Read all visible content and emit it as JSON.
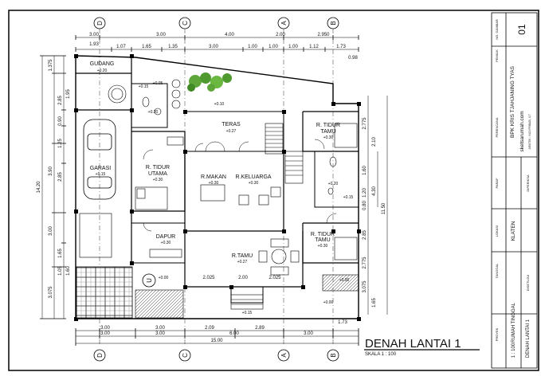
{
  "drawing": {
    "title": "DENAH LANTAI 1",
    "scale": "SKALA 1 : 100"
  },
  "grid": {
    "top_bubbles": [
      "D",
      "C",
      "A",
      "B"
    ],
    "bottom_bubbles": [
      "D",
      "C",
      "A",
      "B"
    ]
  },
  "dims": {
    "top_row1": [
      "3.00",
      "3.00",
      "4.00",
      "2.00",
      "2.950"
    ],
    "top_row2": [
      "1.93",
      "1.07",
      "1.65",
      "1.35",
      "3.00",
      "1.00",
      "1.00",
      "1.00",
      "1.12",
      "1.73"
    ],
    "top_small": "0.98",
    "bottom_row1": [
      "3.00",
      "3.00",
      "2.09",
      "2.89"
    ],
    "bottom_row2": [
      "3.00",
      "3.00",
      "6.00",
      "3.00"
    ],
    "bottom_total": "15.00",
    "bottom_right": "1.73",
    "left_outer": "14.20",
    "left_outer2": [
      "1.375",
      "3.90",
      "3.00",
      "3.075"
    ],
    "left_inner": [
      "2.85",
      "0.90",
      "1.25",
      "2.85",
      "1.65",
      "1.05"
    ],
    "left_inner2": [
      "1.95",
      "1.60"
    ],
    "right_inner": [
      "2.775",
      "2.10",
      "1.60",
      "1.20",
      "0.80",
      "2.85",
      "2.775",
      "3.075",
      "1.65"
    ],
    "right_outer": [
      "4.30",
      "11.50"
    ],
    "terrace_w": [
      "2.025",
      "2.00",
      "2.025"
    ]
  },
  "rooms": {
    "gudang": "GUDANG",
    "gudang_lv": "+0.20",
    "teras": "TERAS",
    "teras_lv": "+0.27",
    "rtidur_tamu1_a": "R. TIDUR",
    "rtidur_tamu1_b": "TAMU",
    "rtidur_tamu1_lv": "+0.30",
    "garasi": "GARASI",
    "garasi_lv": "+0.15",
    "rtidur_utama_a": "R. TIDUR",
    "rtidur_utama_b": "UTAMA",
    "rtidur_utama_lv": "+0.30",
    "rmakan": "R.MAKAN",
    "rmakan_lv": "+0.30",
    "rkeluarga": "R.KELUARGA",
    "rkeluarga_lv": "+0.30",
    "dapur": "DAPUR",
    "dapur_lv": "+0.30",
    "rtidur_tamu2_a": "R. TIDUR",
    "rtidur_tamu2_b": "TAMU",
    "rtidur_tamu2_lv": "+0.30",
    "rtamu": "R.TAMU",
    "rtamu_lv": "+0.27"
  },
  "levels": {
    "l1": "+0.15",
    "l2": "+0.05",
    "l3": "+0.20",
    "l4": "+0.10",
    "l5": "+0.20",
    "l6": "+0.15",
    "l7": "+0.00",
    "l8": "+0.00",
    "l9": "+0.15",
    "l10": "+0.00"
  },
  "north": "U",
  "titleblock": {
    "no_gambar_label": "NO. GAMBAR",
    "no_gambar": "01",
    "pemilik_label": "PEMILIK",
    "pemilik": "BPK KRIS TJAHJANING TYAS",
    "perencana_label": "PERENCANA",
    "perencana": "sketsarumah.com",
    "arsitek": "ARSITEK : YUDI PRIBADI, S.T.",
    "paraf_label": "PARAF",
    "lokasi_label": "LOKASI",
    "lokasi": "KLATEN",
    "tanggal_label": "TANGGAL",
    "diperiksa_label": "DIPERIKSA",
    "disetujui_label": "DISETUJUI",
    "proyek_label": "PROYEK",
    "proyek": "RUMAH TINGGAL",
    "skala": "1 : 100",
    "judul": "DENAH LANTAI 1"
  }
}
